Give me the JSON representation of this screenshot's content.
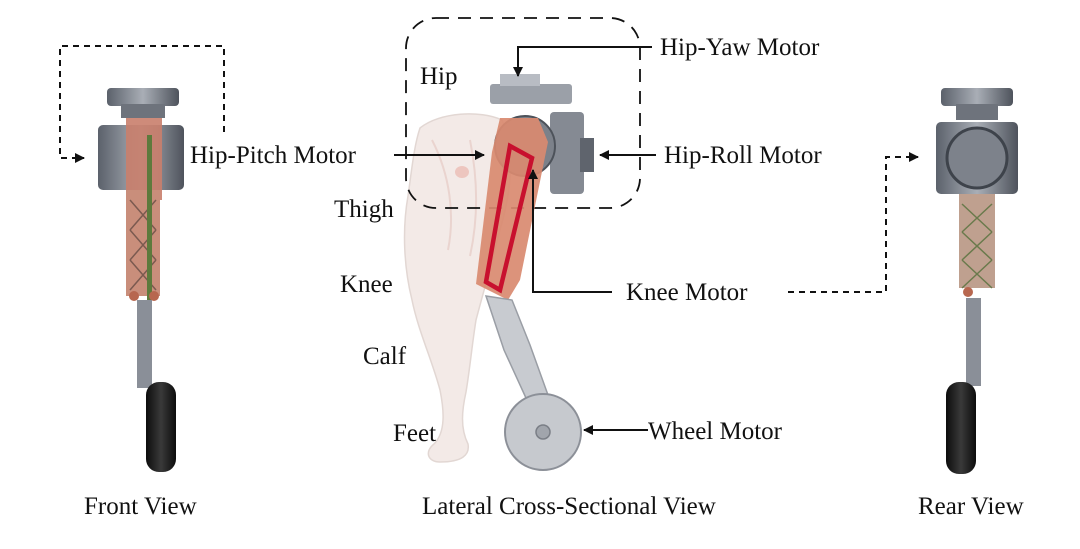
{
  "labels": {
    "hip": "Hip",
    "thigh": "Thigh",
    "knee": "Knee",
    "calf": "Calf",
    "feet": "Feet"
  },
  "callouts": {
    "hip_yaw_motor": "Hip-Yaw Motor",
    "hip_pitch_motor": "Hip-Pitch Motor",
    "hip_roll_motor": "Hip-Roll Motor",
    "knee_motor": "Knee Motor",
    "wheel_motor": "Wheel Motor"
  },
  "captions": {
    "front": "Front View",
    "lateral": "Lateral Cross-Sectional View",
    "rear": "Rear View"
  },
  "colors": {
    "linkage_red": "#c8102e",
    "thigh_orange": "#d9826a",
    "metal_gray": "#8a8f98",
    "dark_metal": "#4a4f58",
    "tire_black": "#1a1a1a",
    "leg_skin": "#f1e6e2"
  }
}
